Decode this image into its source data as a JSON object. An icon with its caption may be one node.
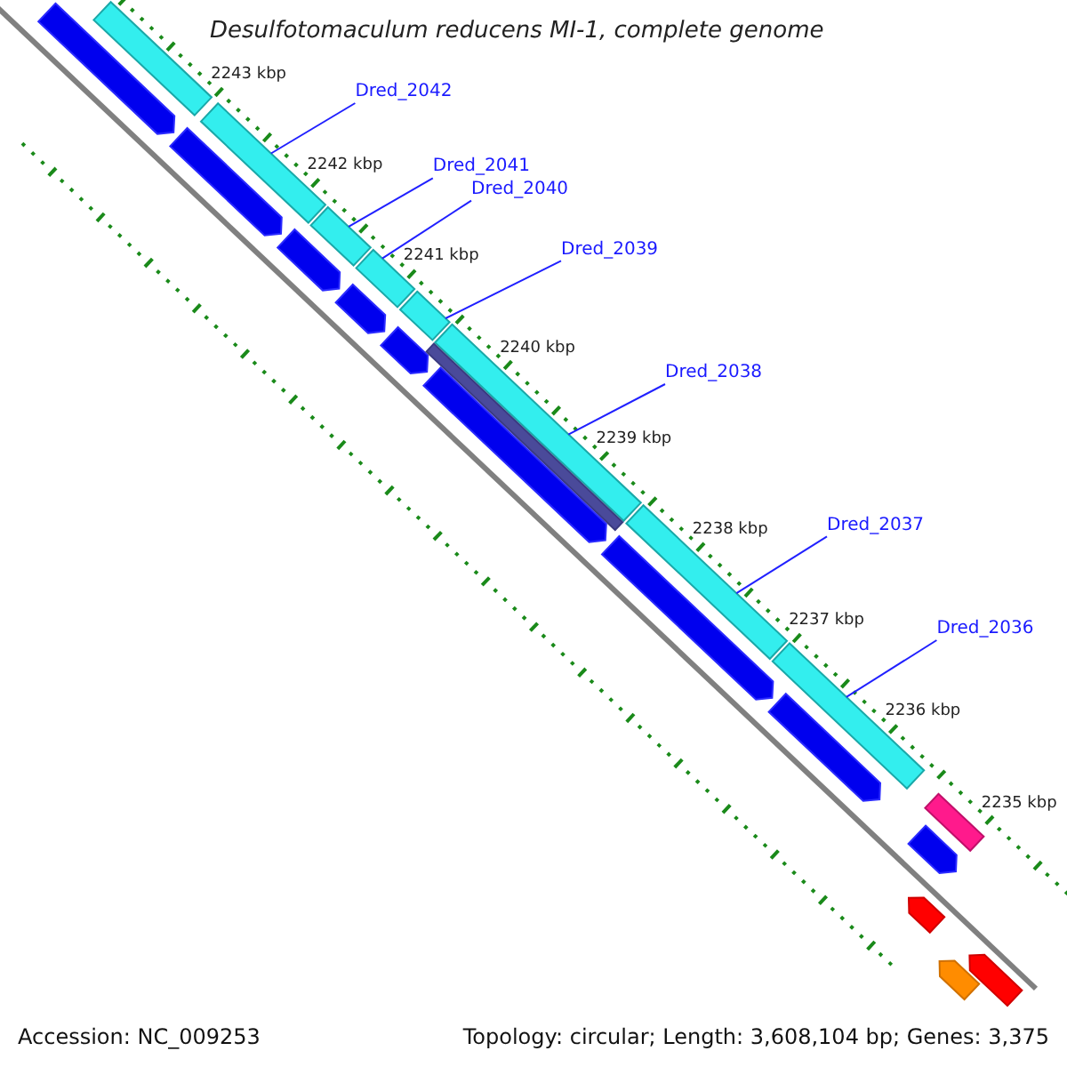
{
  "diagram": {
    "title": "Desulfotomaculum reducens MI-1, complete genome",
    "nodes": [
      {
        "text": [
          "Dred_2042"
        ]
      },
      {
        "text": [
          "Dred_2041"
        ]
      },
      {
        "text": [
          "Dred_2040"
        ]
      },
      {
        "text": [
          "Dred_2039"
        ]
      },
      {
        "text": [
          "Dred_2038"
        ]
      },
      {
        "text": [
          "Dred_2037"
        ]
      },
      {
        "text": [
          "Dred_2036"
        ]
      },
      {
        "text": [],
        "shape": "bar"
      },
      {
        "text": [],
        "shape": "bar"
      },
      {
        "text": [],
        "shape": "bar"
      },
      {
        "text": [],
        "shape": "bar"
      },
      {
        "text": [],
        "shape": "bar"
      },
      {
        "text": [],
        "shape": "bar"
      },
      {
        "text": [],
        "shape": "bar"
      },
      {
        "text": [],
        "shape": "bar"
      },
      {
        "text": [],
        "shape": "bar"
      },
      {
        "text": [],
        "shape": "bar"
      },
      {
        "text": [],
        "shape": "bar"
      },
      {
        "text": [],
        "shape": "bar"
      },
      {
        "text": [],
        "shape": "bar"
      },
      {
        "text": [],
        "shape": "bar"
      },
      {
        "text": [],
        "shape": "bar"
      },
      {
        "text": [],
        "shape": "bar"
      },
      {
        "text": [],
        "shape": "bar"
      },
      {
        "text": [],
        "shape": "bar"
      },
      {
        "text": [],
        "shape": "bar"
      },
      {
        "text": [],
        "shape": "bar"
      },
      {
        "text": [],
        "shape": "bar"
      },
      {
        "text": [],
        "shape": "bar"
      }
    ],
    "edges": [
      {
        "from": 0,
        "to": 10,
        "arrow": "none"
      },
      {
        "from": 1,
        "to": 12,
        "arrow": "none"
      },
      {
        "from": 2,
        "to": 13,
        "arrow": "none"
      },
      {
        "from": 3,
        "to": 15,
        "arrow": "none"
      },
      {
        "from": 4,
        "to": 17,
        "arrow": "none"
      },
      {
        "from": 5,
        "to": 20,
        "arrow": "none"
      },
      {
        "from": 6,
        "to": 22,
        "arrow": "none"
      }
    ],
    "labels": [
      "2243 kbp",
      "2242 kbp",
      "2241 kbp",
      "2240 kbp",
      "2239 kbp",
      "2238 kbp",
      "2237 kbp",
      "2236 kbp",
      "2235 kbp",
      "Accession: NC_009253",
      "Topology: circular; Length: 3,608,104 bp; Genes: 3,375"
    ]
  }
}
